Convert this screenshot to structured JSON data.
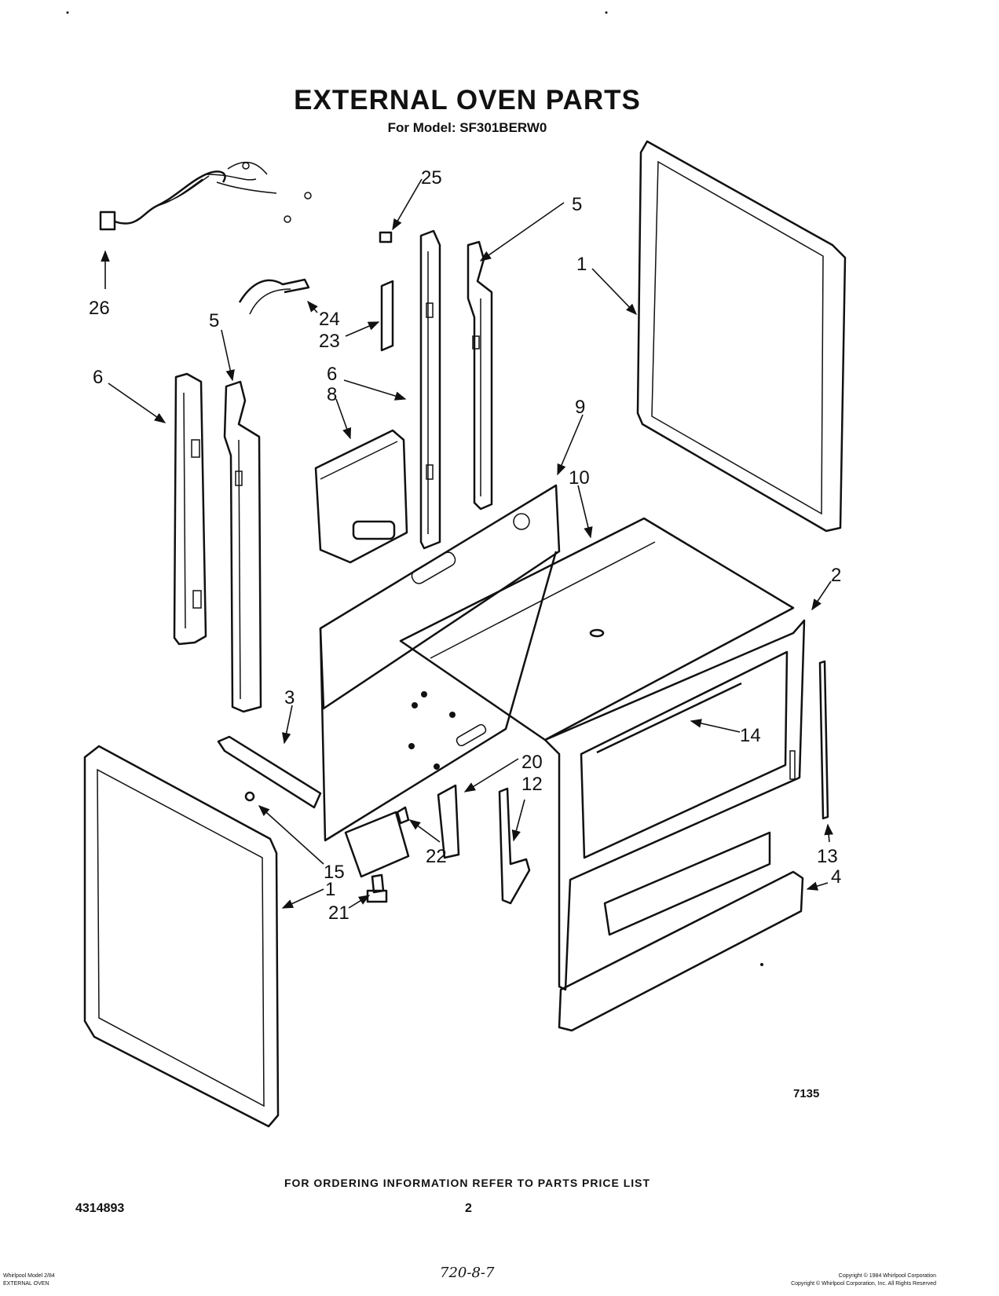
{
  "header": {
    "title": "EXTERNAL OVEN PARTS",
    "model": "For Model: SF301BERW0"
  },
  "diagram": {
    "figure_code": "7135",
    "callouts": [
      {
        "id": "c26",
        "label": "26"
      },
      {
        "id": "c25",
        "label": "25"
      },
      {
        "id": "c5a",
        "label": "5"
      },
      {
        "id": "c1a",
        "label": "1"
      },
      {
        "id": "c24",
        "label": "24"
      },
      {
        "id": "c23",
        "label": "23"
      },
      {
        "id": "c5b",
        "label": "5"
      },
      {
        "id": "c6a",
        "label": "6"
      },
      {
        "id": "c6b",
        "label": "6"
      },
      {
        "id": "c8",
        "label": "8"
      },
      {
        "id": "c9",
        "label": "9"
      },
      {
        "id": "c10",
        "label": "10"
      },
      {
        "id": "c2",
        "label": "2"
      },
      {
        "id": "c3",
        "label": "3"
      },
      {
        "id": "c14",
        "label": "14"
      },
      {
        "id": "c20",
        "label": "20"
      },
      {
        "id": "c12",
        "label": "12"
      },
      {
        "id": "c15",
        "label": "15"
      },
      {
        "id": "c22",
        "label": "22"
      },
      {
        "id": "c13",
        "label": "13"
      },
      {
        "id": "c4",
        "label": "4"
      },
      {
        "id": "c1b",
        "label": "1"
      },
      {
        "id": "c21",
        "label": "21"
      }
    ]
  },
  "footer": {
    "ordering_note": "FOR ORDERING INFORMATION REFER TO PARTS PRICE LIST",
    "doc_number": "4314893",
    "page_number": "2",
    "handwritten_note": "720-8-7",
    "fine_left_1": "Whirlpool Model 2/84",
    "fine_left_2": "EXTERNAL OVEN",
    "fine_right_1": "Copyright © 1984 Whirlpool Corporation",
    "fine_right_2": "Copyright © Whirlpool Corporation, Inc. All Rights Reserved"
  }
}
